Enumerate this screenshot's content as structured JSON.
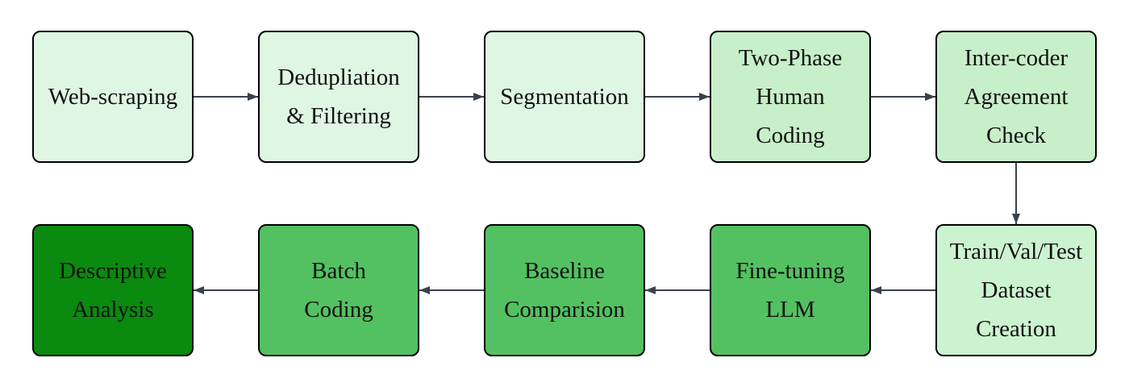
{
  "diagram": {
    "type": "flowchart",
    "colors": {
      "background": "#ffffff",
      "border": "#000000",
      "arrow": "#3a414b",
      "text": "#111111",
      "fill_light": "#dff7e2",
      "fill_medium_light": "#c7efc9",
      "fill_pale": "#cbf3d0",
      "fill_medium": "#53c161",
      "fill_dark": "#0a8a0e"
    },
    "nodes": [
      {
        "id": "web-scraping",
        "label": "Web-scraping",
        "fill": "#dff7e2"
      },
      {
        "id": "dedupliation-filtering",
        "label": "Dedupliation\n& Filtering",
        "fill": "#dff7e2"
      },
      {
        "id": "segmentation",
        "label": "Segmentation",
        "fill": "#dff7e2"
      },
      {
        "id": "two-phase-human-coding",
        "label": "Two-Phase\nHuman\nCoding",
        "fill": "#c7efc9"
      },
      {
        "id": "inter-coder-agreement-check",
        "label": "Inter-coder\nAgreement\nCheck",
        "fill": "#c7efc9"
      },
      {
        "id": "train-val-test-dataset-creation",
        "label": "Train/Val/Test\nDataset\nCreation",
        "fill": "#cbf3d0"
      },
      {
        "id": "fine-tuning-llm",
        "label": "Fine-tuning\nLLM",
        "fill": "#53c161"
      },
      {
        "id": "baseline-comparision",
        "label": "Baseline\nComparision",
        "fill": "#53c161"
      },
      {
        "id": "batch-coding",
        "label": "Batch\nCoding",
        "fill": "#53c161"
      },
      {
        "id": "descriptive-analysis",
        "label": "Descriptive\nAnalysis",
        "fill": "#0a8a0e"
      }
    ],
    "edges": [
      {
        "from": "web-scraping",
        "to": "dedupliation-filtering"
      },
      {
        "from": "dedupliation-filtering",
        "to": "segmentation"
      },
      {
        "from": "segmentation",
        "to": "two-phase-human-coding"
      },
      {
        "from": "two-phase-human-coding",
        "to": "inter-coder-agreement-check"
      },
      {
        "from": "inter-coder-agreement-check",
        "to": "train-val-test-dataset-creation"
      },
      {
        "from": "train-val-test-dataset-creation",
        "to": "fine-tuning-llm"
      },
      {
        "from": "fine-tuning-llm",
        "to": "baseline-comparision"
      },
      {
        "from": "baseline-comparision",
        "to": "batch-coding"
      },
      {
        "from": "batch-coding",
        "to": "descriptive-analysis"
      }
    ]
  }
}
